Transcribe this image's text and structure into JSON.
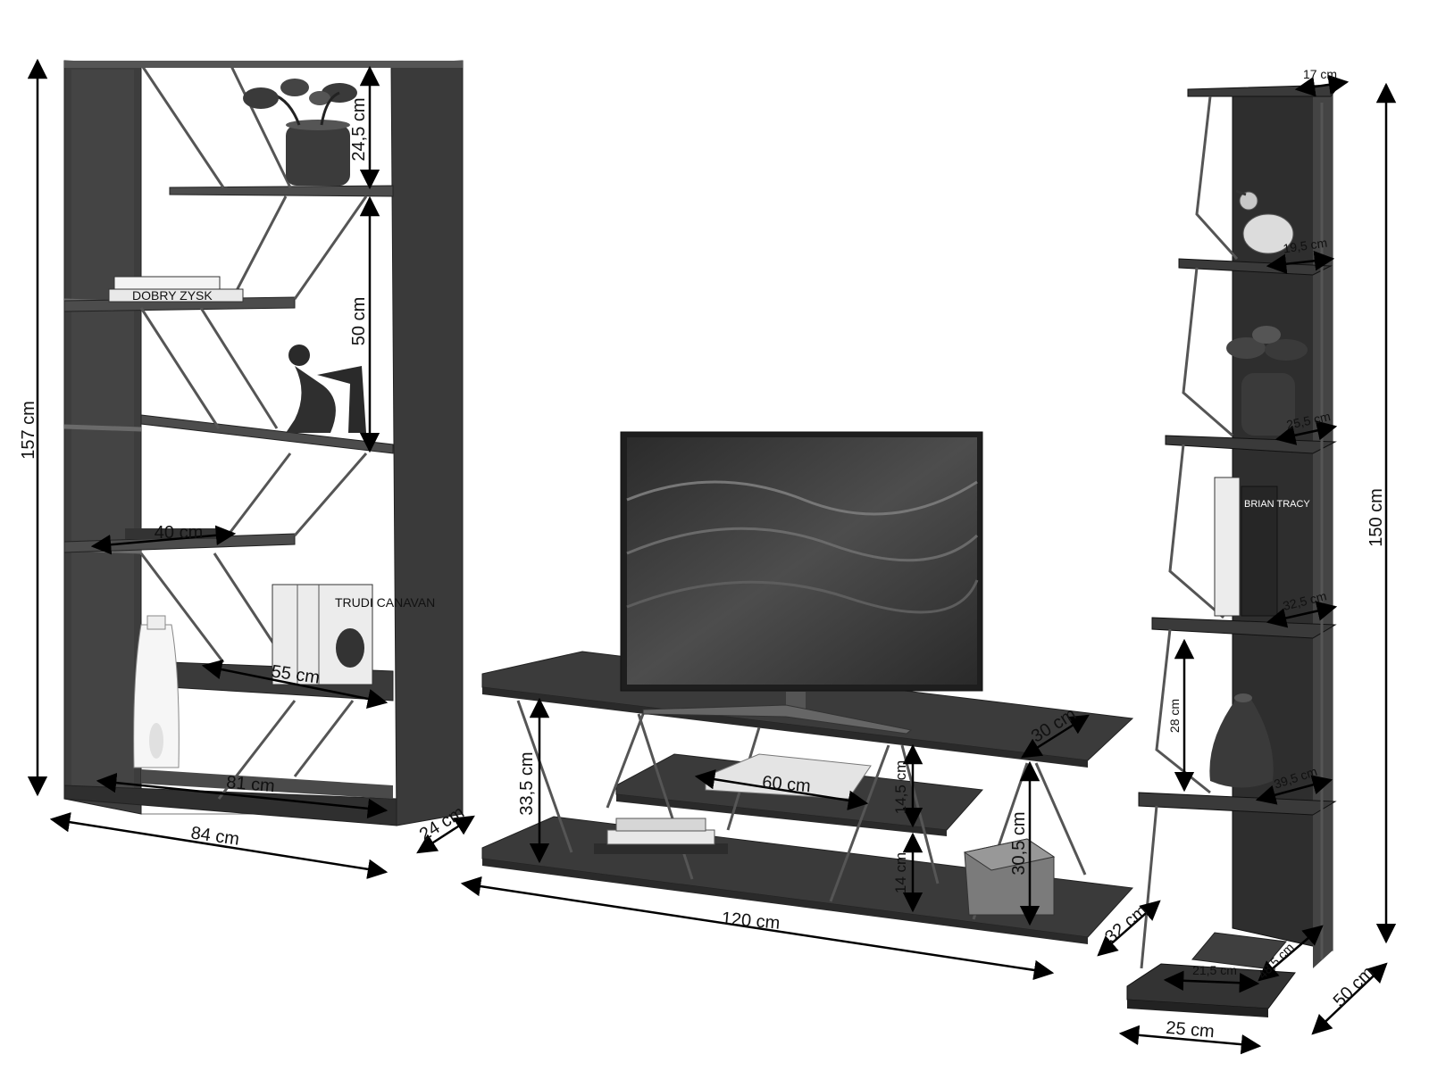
{
  "colors": {
    "wood": "#3a3a3a",
    "wood_edge": "#2a2a2a",
    "panel": "#454545",
    "frame": "#5a5a5a",
    "arrow": "#000000",
    "background": "#ffffff"
  },
  "bookcase": {
    "height": "157 cm",
    "width": "84 cm",
    "depth": "24 cm",
    "inner_width": "81 cm",
    "top_gap": "24,5 cm",
    "shelf_gap": "50 cm",
    "shelf_short": "40 cm",
    "shelf_mid": "55 cm",
    "book_spine": "DOBRY ZYSK",
    "book_box": "TRUDI CANAVAN"
  },
  "tv_stand": {
    "width": "120 cm",
    "depth_top": "30 cm",
    "depth_bottom": "32 cm",
    "height": "33,5 cm",
    "middle_shelf": "60 cm",
    "gap_upper": "14,5 cm",
    "gap_lower": "14 cm",
    "side_height": "30,5 cm"
  },
  "corner_shelf": {
    "height": "150 cm",
    "top_depth": "17 cm",
    "shelf_1": "19,5 cm",
    "shelf_2": "25,5 cm",
    "shelf_3": "32,5 cm",
    "shelf_4": "39,5 cm",
    "shelf_5_width": "21,5 cm",
    "shelf_5_depth": "48,5 cm",
    "base_width": "25 cm",
    "base_depth": "50 cm",
    "gap": "28 cm",
    "book_title": "BRIAN TRACY"
  }
}
